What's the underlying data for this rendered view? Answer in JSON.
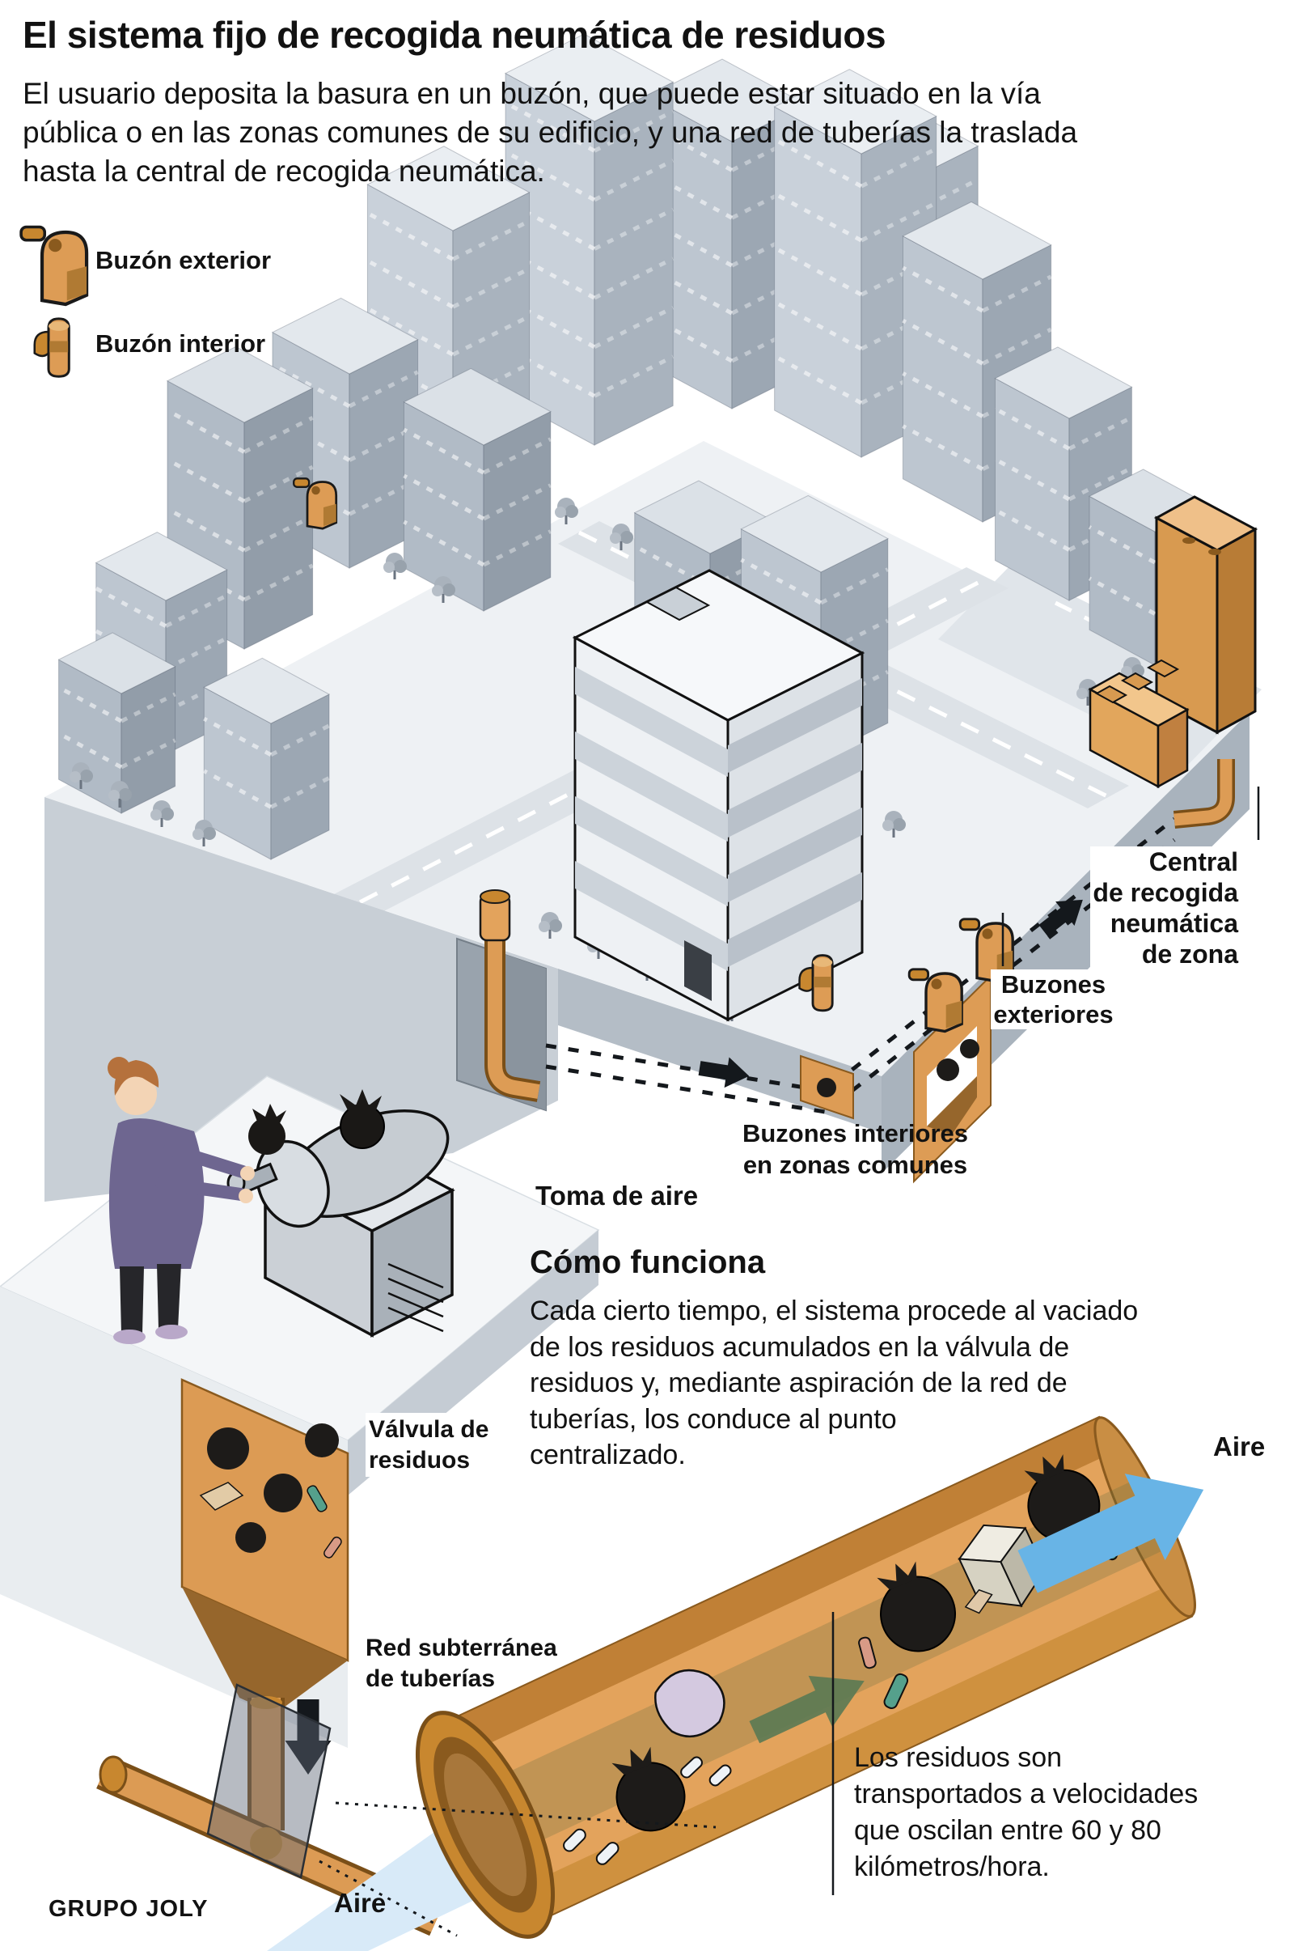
{
  "header": {
    "title": "El sistema fijo de recogida neumática de residuos",
    "intro": "El usuario deposita la basura en un buzón, que puede estar situado en la vía\npública o en las zonas comunes de su edificio, y una red de tuberías la traslada\nhasta la central de recogida neumática."
  },
  "legend": {
    "items": [
      {
        "icon": "exterior-mailbox-icon",
        "label": "Buzón exterior"
      },
      {
        "icon": "interior-mailbox-icon",
        "label": "Buzón interior"
      }
    ]
  },
  "city": {
    "callouts": {
      "central": "Central\nde recogida\nneumática\nde zona",
      "buzones_exteriores": "Buzones\nexteriores",
      "buzones_interiores": "Buzones interiores\nen zonas comunes",
      "toma_de_aire": "Toma de aire"
    }
  },
  "how_it_works": {
    "heading": "Cómo funciona",
    "body": "Cada cierto tiempo, el sistema procede al vaciado\nde los residuos acumulados en la válvula de\nresiduos y, mediante aspiración de la red de\ntuberías, los conduce al punto\ncentralizado."
  },
  "pipe_detail": {
    "valvula": "Válvula de\nresiduos",
    "red_subterranea": "Red subterránea\nde tuberías",
    "aire_out": "Aire",
    "aire_in": "Aire",
    "speed_note": "Los residuos son\ntransportados a velocidades\nque oscilan entre 60 y 80\nkilómetros/hora."
  },
  "credit": "GRUPO JOLY",
  "colors": {
    "pipe_orange": "#dd9c55",
    "pipe_dark": "#8a5a1e",
    "air_blue": "#68b4e6",
    "text": "#121212"
  }
}
